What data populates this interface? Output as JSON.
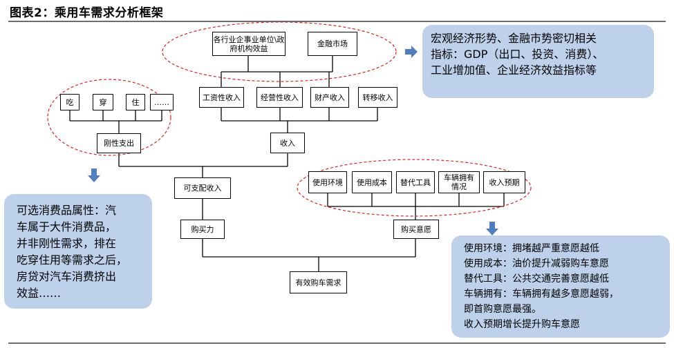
{
  "title": "图表2：乘用车需求分析框架",
  "boxes": {
    "enterprises": "各行业企事业单位\\政府机构效益",
    "finance_market": "金融市场",
    "wage_income": "工资性收入",
    "business_income": "经营性收入",
    "property_income": "财产收入",
    "transfer_income": "转移收入",
    "eat": "吃",
    "wear": "穿",
    "live": "住",
    "etc": "……",
    "rigid_spending": "刚性支出",
    "income": "收入",
    "disposable_income": "可支配收入",
    "purchasing_power": "购买力",
    "usage_env": "使用环境",
    "usage_cost": "使用成本",
    "substitute": "替代工具",
    "ownership": "车辆拥有情况",
    "income_expect": "收入预期",
    "purchase_intent": "购买意愿",
    "effective_demand": "有效购车需求"
  },
  "callouts": {
    "macro": [
      "宏观经济形势、金融市势密切相关",
      "指标：GDP（出口、投资、消费）、",
      "工业增加值、企业经济效益指标等"
    ],
    "consumer": [
      "可选消费品属性：汽",
      "车属于大件消费品，",
      "并非刚性需求，排在",
      "吃穿住用等需求之后，",
      "房贷对汽车消费挤出",
      "效益……"
    ],
    "intent": [
      "使用环境：拥堵越严重意愿越低",
      "使用成本：油价提升减弱购车意愿",
      "替代工具：公共交通完善意愿越低",
      "车辆拥有：车辆拥有越多意愿越弱，",
      "即首购意愿最强。",
      "收入预期增长提升购车意愿"
    ]
  },
  "colors": {
    "callout_fill": "#bdd1ea",
    "arrow_fill": "#4f7fc0",
    "dashed_ellipse": "#e02020"
  }
}
